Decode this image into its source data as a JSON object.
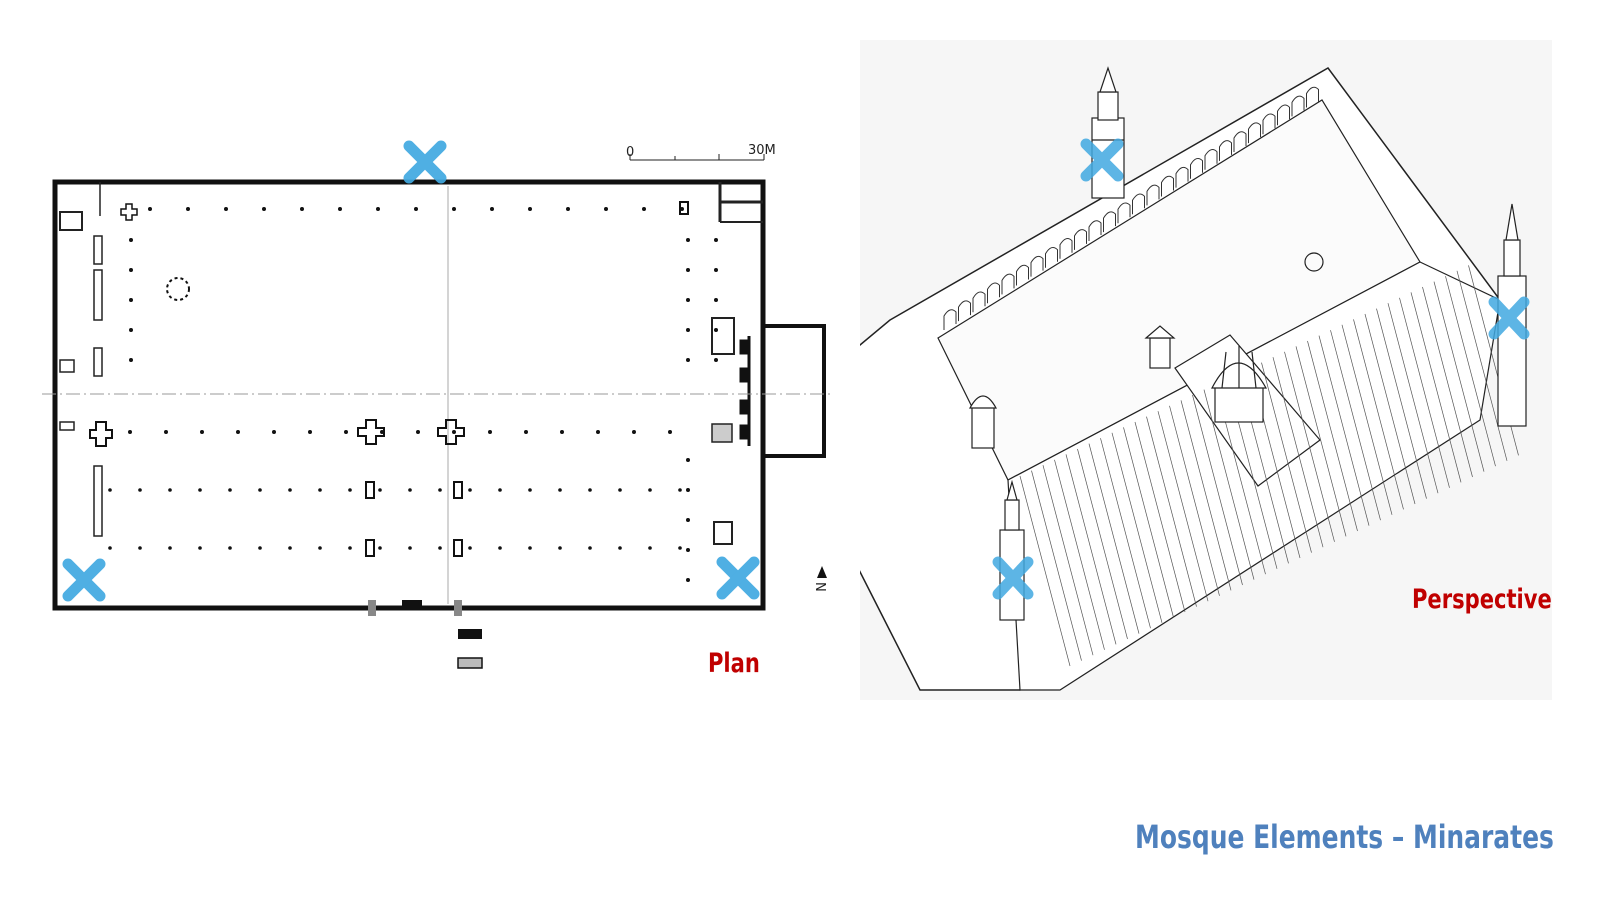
{
  "slide": {
    "title": "Mosque Elements – Minarates",
    "title_color": "#4f81bd"
  },
  "plan": {
    "label": "Plan",
    "label_color": "#c00000",
    "scale_start": "0",
    "scale_end": "30M",
    "north_label": "N",
    "marker_count": 3
  },
  "perspective": {
    "label": "Perspective",
    "label_color": "#c00000",
    "marker_count": 3
  },
  "marker_color": "#41a9e1"
}
